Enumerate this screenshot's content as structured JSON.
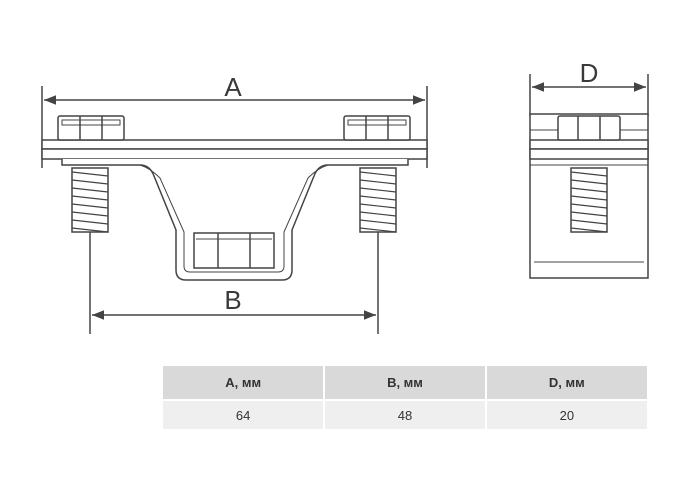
{
  "dimensions": {
    "a_label": "A",
    "b_label": "B",
    "d_label": "D"
  },
  "spec_table": {
    "headers": [
      "A, мм",
      "B, мм",
      "D, мм"
    ],
    "values": [
      "64",
      "48",
      "20"
    ]
  },
  "colors": {
    "line": "#444444",
    "header_bg": "#d9d9d9",
    "row_bg": "#efefef"
  }
}
